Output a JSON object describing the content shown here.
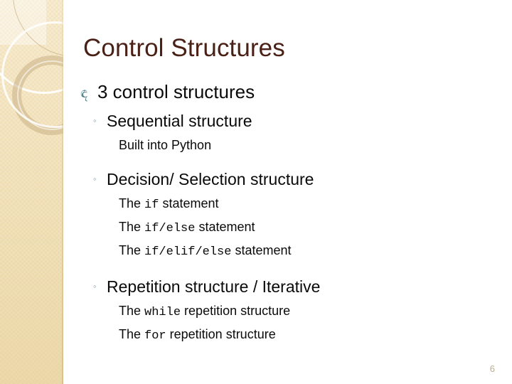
{
  "slide": {
    "title": "Control Structures",
    "page_number": "6",
    "title_color": "#4a2117",
    "accent_sidebar_color": "#f4e6c4",
    "bullet_level1_color": "#4a7b84",
    "bullet_level2_color": "#7d94a3",
    "bullet_level3_color": "#e3c766",
    "bullets": {
      "level1_glyph": "ඳ",
      "level2_glyph": "◦",
      "level3_glyph": "඲"
    },
    "items": [
      {
        "level": 1,
        "name": "bullet-3-control-structures",
        "text": "3 control structures"
      },
      {
        "level": 2,
        "name": "bullet-sequential-structure",
        "text": "Sequential structure"
      },
      {
        "level": 3,
        "name": "bullet-built-into-python",
        "pre": "Built into Python",
        "code": "",
        "post": ""
      },
      {
        "level": 2,
        "name": "bullet-decision-selection-structure",
        "text": "Decision/ Selection structure"
      },
      {
        "level": 3,
        "name": "bullet-if-statement",
        "pre": "The ",
        "code": "if",
        "post": " statement"
      },
      {
        "level": 3,
        "name": "bullet-if-else-statement",
        "pre": "The ",
        "code": "if/else",
        "post": " statement"
      },
      {
        "level": 3,
        "name": "bullet-if-elif-else-statement",
        "pre": "The ",
        "code": "if/elif/else",
        "post": " statement"
      },
      {
        "level": 2,
        "name": "bullet-repetition-structure-iterative",
        "text": "Repetition structure / Iterative"
      },
      {
        "level": 3,
        "name": "bullet-while-repetition-structure",
        "pre": "The ",
        "code": "while",
        "post": " repetition structure"
      },
      {
        "level": 3,
        "name": "bullet-for-repetition-structure",
        "pre": "The ",
        "code": "for",
        "post": " repetition structure"
      }
    ]
  }
}
